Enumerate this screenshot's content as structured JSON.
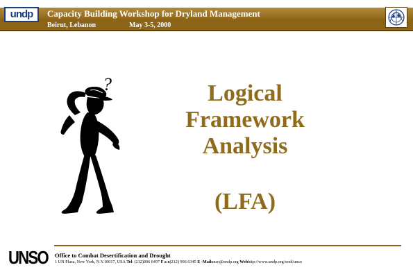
{
  "header": {
    "title": "Capacity Building Workshop for Dryland Management",
    "place": "Beirut, Lebanon",
    "date": "May 3-5, 2000",
    "left_logo": "undp",
    "right_logo": "un-emblem-icon"
  },
  "slide": {
    "title_lines": [
      "Logical",
      "Framework",
      "Analysis"
    ],
    "acronym": "(LFA)",
    "figure_question": "?"
  },
  "footer": {
    "logo": "UNSO",
    "office": "Office to Combat Desertification and Drought",
    "address": "1 UN Plaza, New York, N.Y.10017, USA",
    "tel_label": "Tel",
    "tel": ": (212)906  6497",
    "fax_label": "F a x",
    "fax": "(212)  906 6345",
    "email_label": "E -Mail",
    "email": "unso@undp.org",
    "web_label": "Web",
    "web": "http://www.undp.org/seed/unso"
  },
  "colors": {
    "accent": "#8f6c1d",
    "header_band": "#8c6418"
  }
}
